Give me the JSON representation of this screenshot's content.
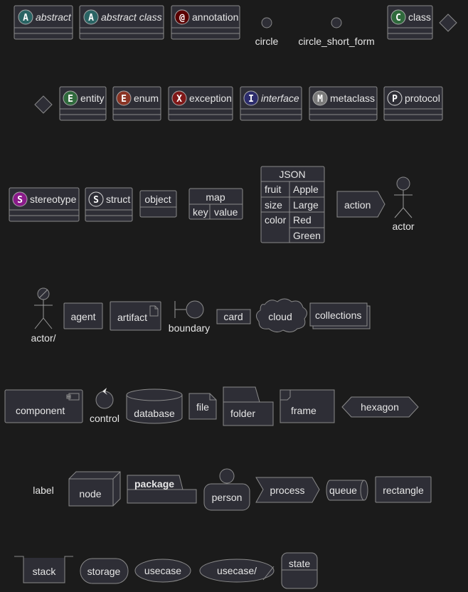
{
  "colors": {
    "background": "#1b1b1b",
    "box_fill": "#2e2e36",
    "border": "#8a8a8a",
    "text": "#e6e6e6",
    "abstract": "#2a6464",
    "annotation": "#5a0000",
    "class": "#2f6a3c",
    "entity": "#2f6a3c",
    "enum": "#8a3424",
    "exception": "#801818",
    "interface": "#2c2c6c",
    "metaclass": "#7a7a7a",
    "protocol": "#2e2e36",
    "stereotype": "#8a1a8a",
    "struct": "#2e2e36"
  },
  "row1": {
    "abstract": {
      "letter": "A",
      "label": "abstract"
    },
    "abstract_class": {
      "letter": "A",
      "label": "abstract class"
    },
    "annotation": {
      "letter": "@",
      "label": "annotation"
    },
    "circle": "circle",
    "circle_short_form": "circle_short_form",
    "class": {
      "letter": "C",
      "label": "class"
    }
  },
  "row2": {
    "entity": {
      "letter": "E",
      "label": "entity"
    },
    "enum": {
      "letter": "E",
      "label": "enum"
    },
    "exception": {
      "letter": "X",
      "label": "exception"
    },
    "interface": {
      "letter": "I",
      "label": "interface"
    },
    "metaclass": {
      "letter": "M",
      "label": "metaclass"
    },
    "protocol": {
      "letter": "P",
      "label": "protocol"
    }
  },
  "row3": {
    "stereotype": {
      "letter": "S",
      "label": "stereotype"
    },
    "struct": {
      "letter": "S",
      "label": "struct"
    },
    "object": "object",
    "map": {
      "title": "map",
      "rows": [
        [
          "key",
          "value"
        ]
      ]
    },
    "json": {
      "title": "JSON",
      "rows": [
        [
          "fruit",
          "Apple"
        ],
        [
          "size",
          "Large"
        ],
        [
          "color",
          "Red"
        ],
        [
          "",
          "Green"
        ]
      ]
    },
    "action": "action",
    "actor": "actor"
  },
  "row4": {
    "actor_slash": "actor/",
    "agent": "agent",
    "artifact": "artifact",
    "boundary": "boundary",
    "card": "card",
    "cloud": "cloud",
    "collections": "collections"
  },
  "row5": {
    "component": "component",
    "control": "control",
    "database": "database",
    "file": "file",
    "folder": "folder",
    "frame": "frame",
    "hexagon": "hexagon"
  },
  "row6": {
    "label": "label",
    "node": "node",
    "package": "package",
    "person": "person",
    "process": "process",
    "queue": "queue",
    "rectangle": "rectangle"
  },
  "row7": {
    "stack": "stack",
    "storage": "storage",
    "usecase": "usecase",
    "usecase_slash": "usecase/",
    "state": "state"
  }
}
